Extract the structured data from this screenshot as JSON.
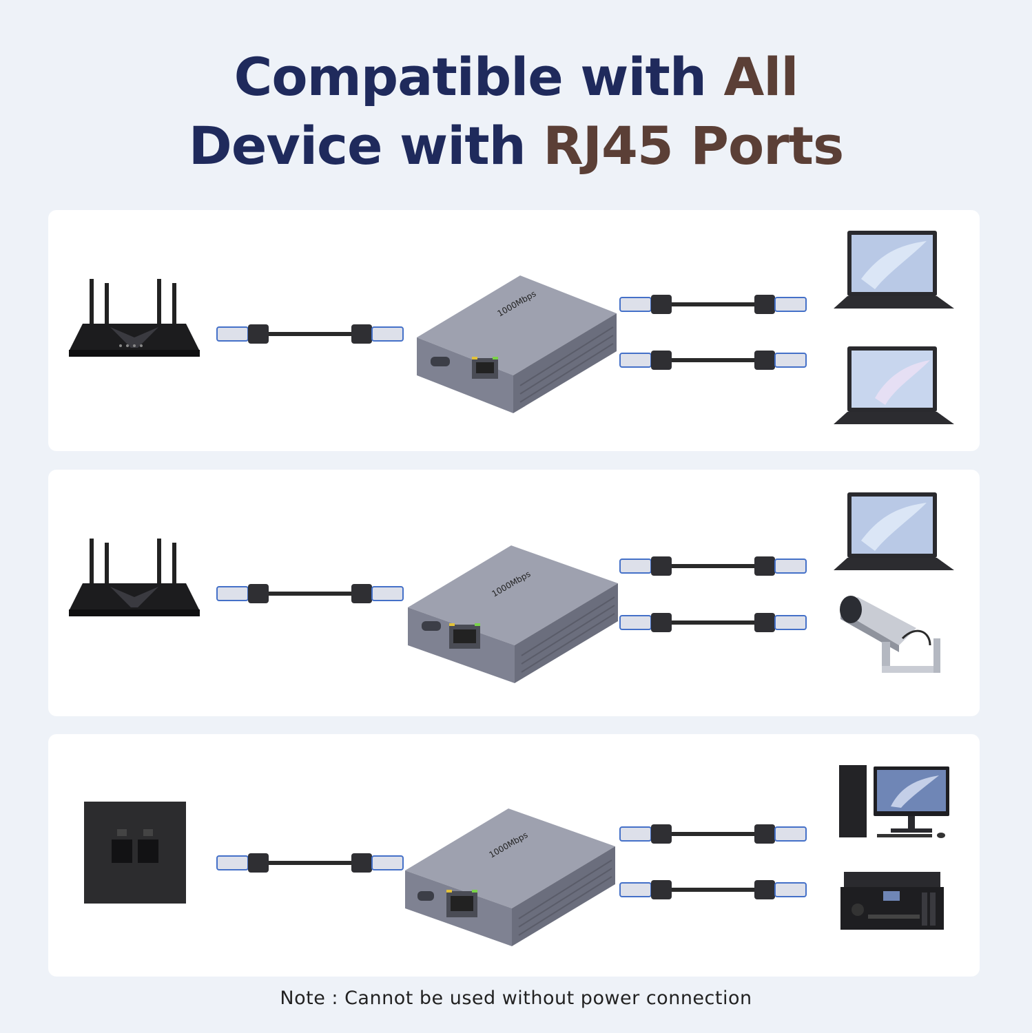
{
  "title": {
    "line1_a": "Compatible with ",
    "line1_b": "All",
    "line2_a": "Device with ",
    "line2_b": "RJ45 Ports"
  },
  "device_label": "1000Mbps",
  "note": "Note : Cannot be used without power connection",
  "colors": {
    "title_blue": "#1f2a5c",
    "title_brown": "#5b3f36",
    "panel_bg": "#ffffff",
    "page_bg": "#eef2f8",
    "device_body": "#8c8f9e"
  },
  "scenes": [
    {
      "source": "router-icon",
      "outputs": [
        "laptop-icon",
        "laptop-icon"
      ]
    },
    {
      "source": "router-icon",
      "outputs": [
        "laptop-icon",
        "security-camera-icon"
      ]
    },
    {
      "source": "wall-socket-icon",
      "outputs": [
        "desktop-pc-icon",
        "printer-icon"
      ]
    }
  ]
}
